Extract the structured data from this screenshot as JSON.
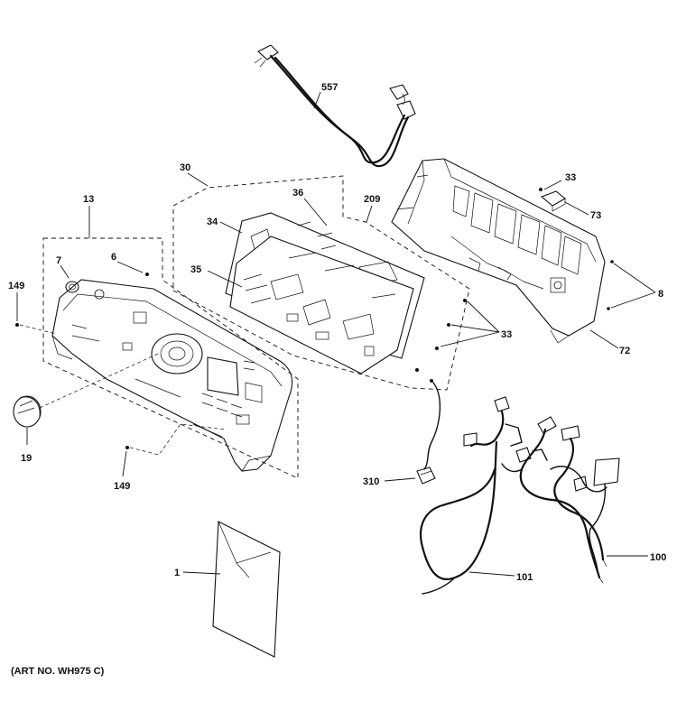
{
  "callouts": {
    "c557": "557",
    "c30": "30",
    "c33_top": "33",
    "c73": "73",
    "c36": "36",
    "c209": "209",
    "c13": "13",
    "c34": "34",
    "c35": "35",
    "c7": "7",
    "c6": "6",
    "c149_top": "149",
    "c8": "8",
    "c33_mid": "33",
    "c72": "72",
    "c19": "19",
    "c149_bottom": "149",
    "c310": "310",
    "c100": "100",
    "c1": "1",
    "c101": "101"
  },
  "art_number": "(ART NO. WH975 C)"
}
